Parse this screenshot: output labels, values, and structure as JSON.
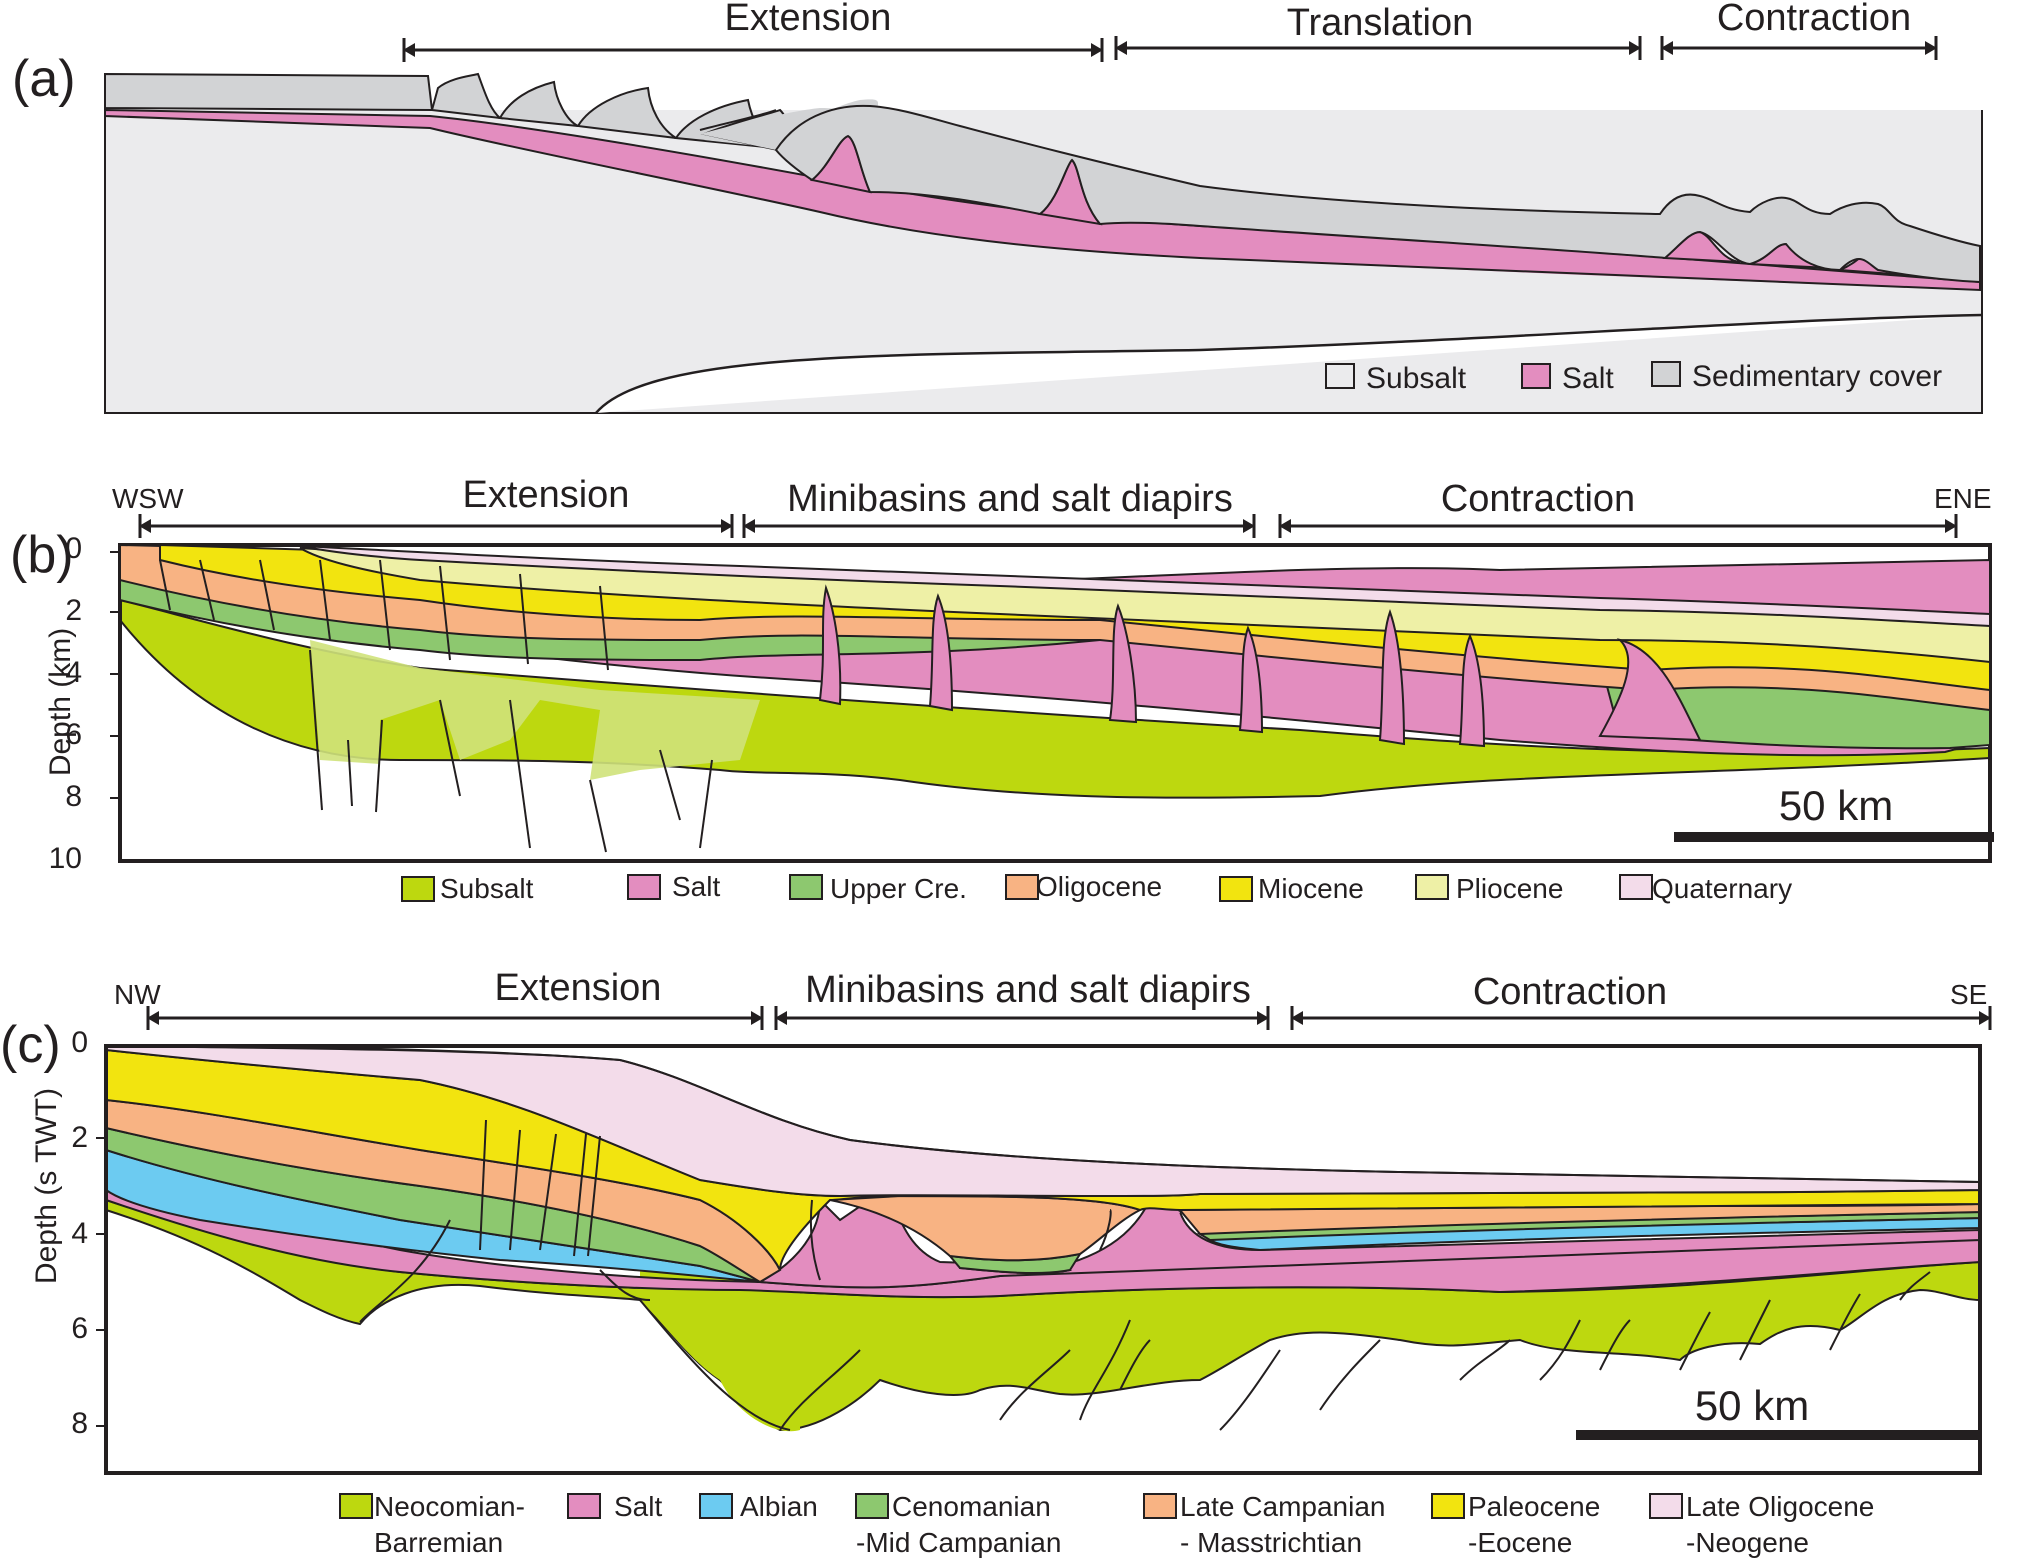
{
  "colors": {
    "subsalt_a": "#ebebed",
    "salt": "#e38dbf",
    "cover": "#d2d3d5",
    "subsalt_bc": "#bdd80f",
    "upper_cre": "#8dc86f",
    "oligocene": "#f8b383",
    "miocene": "#f2e40f",
    "pliocene": "#eef0a6",
    "quaternary": "#f3dcea",
    "albian": "#6ccbf1",
    "line": "#231f20"
  },
  "panel_a": {
    "label": "(a)",
    "domains": [
      "Extension",
      "Translation",
      "Contraction"
    ],
    "legend": [
      {
        "text": "Subsalt",
        "color": "#ebebed"
      },
      {
        "text": "Salt",
        "color": "#e38dbf"
      },
      {
        "text": "Sedimentary cover",
        "color": "#d2d3d5"
      }
    ]
  },
  "panel_b": {
    "label": "(b)",
    "left_dir": "WSW",
    "right_dir": "ENE",
    "domains": [
      "Extension",
      "Minibasins and salt diapirs",
      "Contraction"
    ],
    "y_axis_title": "Depth (km)",
    "y_ticks": [
      "0",
      "2",
      "4",
      "6",
      "8",
      "10"
    ],
    "scale": "50 km",
    "legend": [
      {
        "text": "Subsalt",
        "color": "#bdd80f"
      },
      {
        "text": "Salt",
        "color": "#e38dbf"
      },
      {
        "text": "Upper Cre.",
        "color": "#8dc86f"
      },
      {
        "text": "Oligocene",
        "color": "#f8b383"
      },
      {
        "text": "Miocene",
        "color": "#f2e40f"
      },
      {
        "text": "Pliocene",
        "color": "#eef0a6"
      },
      {
        "text": "Quaternary",
        "color": "#f3dcea"
      }
    ]
  },
  "panel_c": {
    "label": "(c)",
    "left_dir": "NW",
    "right_dir": "SE",
    "domains": [
      "Extension",
      "Minibasins and salt diapirs",
      "Contraction"
    ],
    "y_axis_title": "Depth (s TWT)",
    "y_ticks": [
      "0",
      "2",
      "4",
      "6",
      "8"
    ],
    "scale": "50 km",
    "legend": [
      {
        "line1": "Neocomian-",
        "line2": "Barremian",
        "color": "#bdd80f"
      },
      {
        "line1": "Salt",
        "line2": "",
        "color": "#e38dbf"
      },
      {
        "line1": "Albian",
        "line2": "",
        "color": "#6ccbf1"
      },
      {
        "line1": "Cenomanian",
        "line2": "-Mid Campanian",
        "color": "#8dc86f"
      },
      {
        "line1": "Late Campanian",
        "line2": "- Masstrichtian",
        "color": "#f8b383"
      },
      {
        "line1": "Paleocene",
        "line2": "-Eocene",
        "color": "#f2e40f"
      },
      {
        "line1": "Late Oligocene",
        "line2": "-Neogene",
        "color": "#f3dcea"
      }
    ]
  }
}
